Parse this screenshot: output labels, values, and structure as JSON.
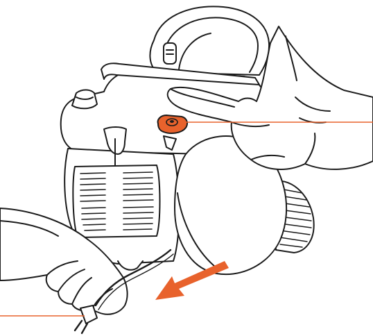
{
  "colors": {
    "ink": "#1b1b1b",
    "accent": "#e8622c",
    "fill": "#ffffff",
    "shade": "#f2f2f2"
  },
  "illustration": {
    "callouts": [
      {
        "name": "cord-rewind-button",
        "label": ""
      },
      {
        "name": "power-plug",
        "label": ""
      }
    ],
    "arrow": {
      "direction": "pull-cord-out"
    }
  }
}
